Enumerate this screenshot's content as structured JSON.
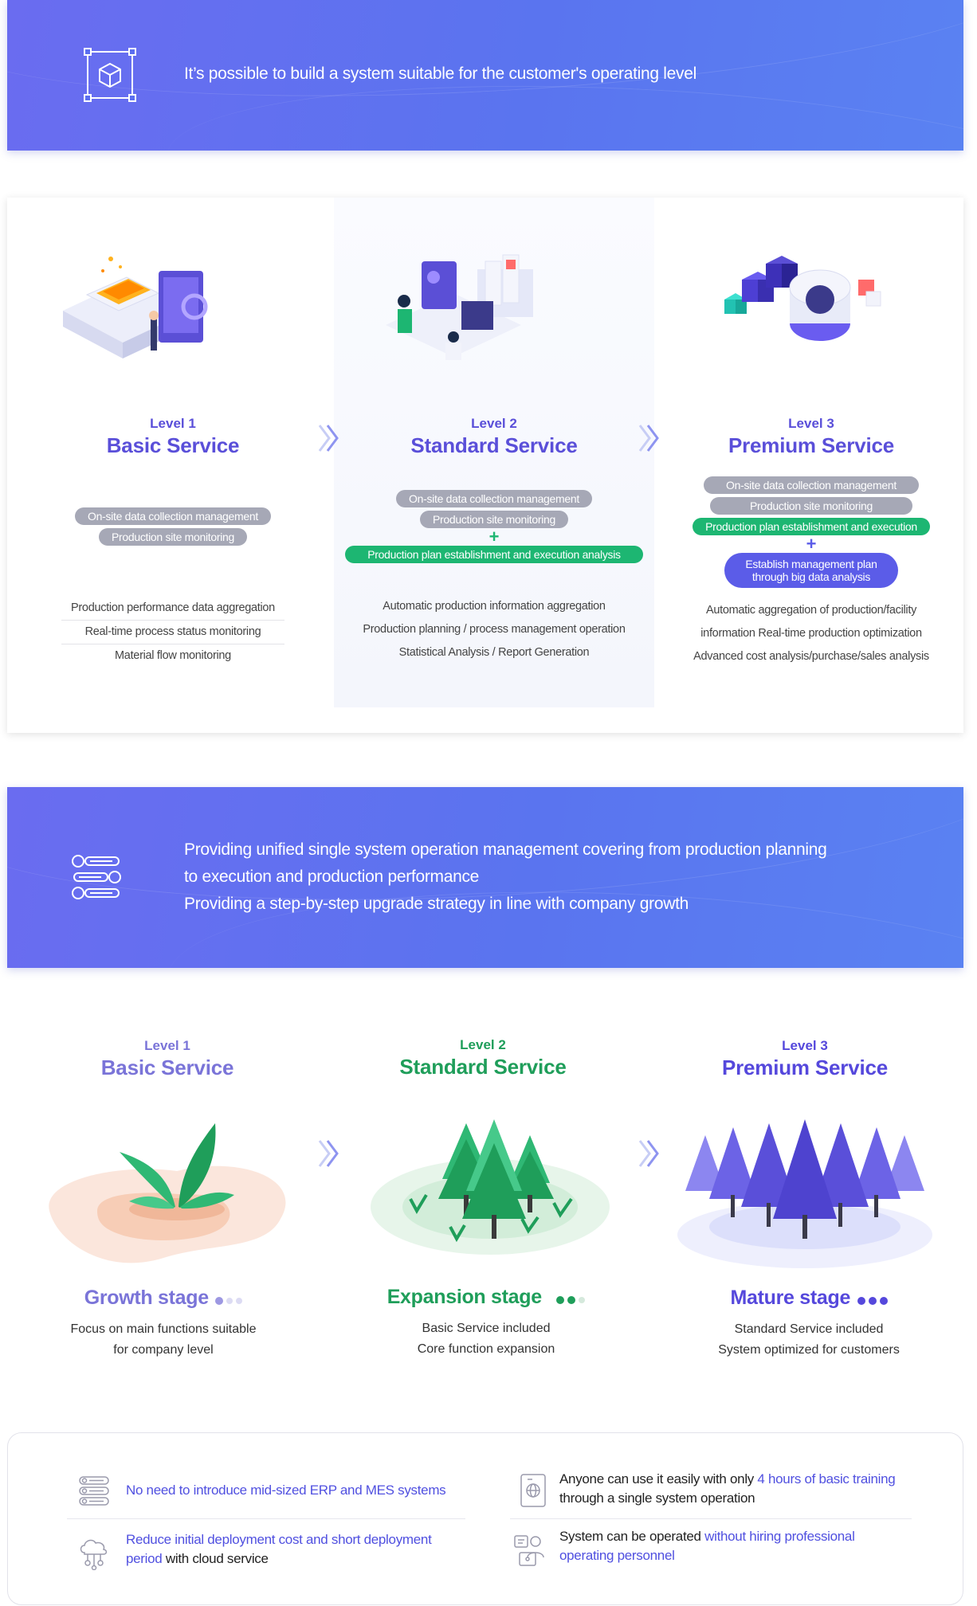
{
  "banner1": {
    "icon": "cube-frame-icon",
    "text": "It’s possible to build a system suitable for the customer's operating level"
  },
  "levels": [
    {
      "level": "Level 1",
      "title": "Basic Service",
      "pills": [
        "On-site data collection management",
        "Production site monitoring"
      ],
      "features": [
        "Production performance data aggregation",
        "Real-time process status monitoring",
        "Material flow monitoring"
      ]
    },
    {
      "level": "Level 2",
      "title": "Standard Service",
      "pills": [
        "On-site data collection management",
        "Production site monitoring"
      ],
      "plus": "+",
      "green_pill": "Production plan establishment and execution analysis",
      "features": [
        "Automatic production information aggregation",
        "Production planning / process management operation",
        "Statistical Analysis / Report Generation"
      ]
    },
    {
      "level": "Level 3",
      "title": "Premium Service",
      "pills": [
        "On-site data collection management",
        "Production site monitoring"
      ],
      "green_pill": "Production plan establishment and execution",
      "plus": "+",
      "blue_pill_line1": "Establish management plan",
      "blue_pill_line2": "through big data analysis",
      "features": [
        "Automatic aggregation of production/facility",
        "information Real-time production optimization",
        "Advanced cost analysis/purchase/sales analysis"
      ]
    }
  ],
  "banner2": {
    "icon": "numbered-list-icon",
    "line1": "Providing unified single system operation management covering from production planning",
    "line2": "to execution and production performance",
    "line3": "Providing a step-by-step upgrade strategy in line with company growth"
  },
  "stages": [
    {
      "level": "Level 1",
      "title": "Basic Service",
      "stage": "Growth stage",
      "desc1": "Focus on main functions suitable",
      "desc2": "for company level",
      "color": "#7a74d8"
    },
    {
      "level": "Level 2",
      "title": "Standard Service",
      "stage": "Expansion stage",
      "desc1": "Basic Service included",
      "desc2": "Core function expansion",
      "color": "#1f9e5a"
    },
    {
      "level": "Level 3",
      "title": "Premium Service",
      "stage": "Mature stage",
      "desc1": "Standard Service included",
      "desc2": "System optimized for customers",
      "color": "#5548dc"
    }
  ],
  "benefits": {
    "b1": {
      "icon": "list-icon",
      "hl": "No need to introduce mid-sized ERP and MES systems"
    },
    "b2": {
      "icon": "cloud-network-icon",
      "hl": "Reduce initial deployment cost and short deployment",
      "hl2": "period",
      "rest": " with cloud service"
    },
    "b3": {
      "icon": "globe-document-icon",
      "pre": "Anyone can use it easily with only ",
      "hl": "4 hours of basic training",
      "line2": "through a single system operation"
    },
    "b4": {
      "icon": "operator-computer-icon",
      "pre": "System can be operated ",
      "hl": "without hiring professional",
      "hl2": "operating personnel"
    }
  }
}
